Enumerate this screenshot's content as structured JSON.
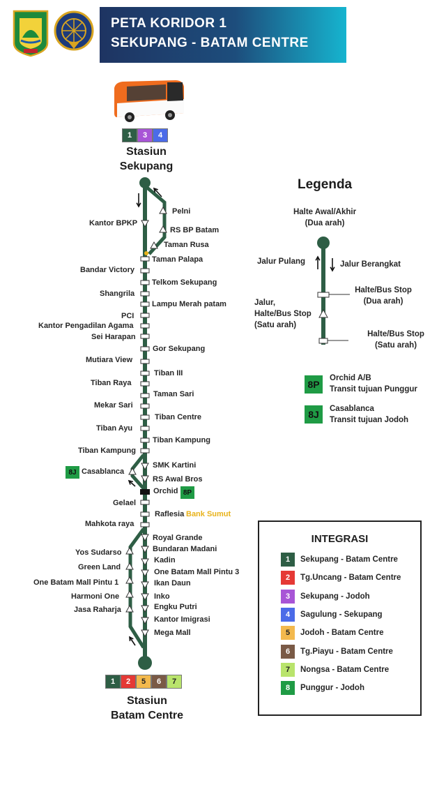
{
  "header": {
    "title_line1": "PETA KORIDOR 1",
    "title_line2": "SEKUPANG - BATAM CENTRE"
  },
  "colors": {
    "route": "#2e5e45",
    "banner_start": "#1e3462",
    "banner_end": "#16b4cf",
    "transit": "#1f9b45",
    "bank_sumut": "#e8b21a"
  },
  "terminals": {
    "start_line1": "Stasiun",
    "start_line2": "Sekupang",
    "end_line1": "Stasiun",
    "end_line2": "Batam Centre",
    "start_badges": [
      {
        "label": "1",
        "color": "#2e5e45"
      },
      {
        "label": "3",
        "color": "#a855d6"
      },
      {
        "label": "4",
        "color": "#4b6be8"
      }
    ],
    "end_badges": [
      {
        "label": "1",
        "color": "#2e5e45"
      },
      {
        "label": "2",
        "color": "#e53935"
      },
      {
        "label": "5",
        "color": "#f3b94d"
      },
      {
        "label": "6",
        "color": "#7a5a46"
      },
      {
        "label": "7",
        "color": "#b9e46c"
      }
    ]
  },
  "stops_left": [
    "Kantor BPKP",
    "Bandar Victory",
    "Shangrila",
    "PCI",
    "Kantor Pengadilan Agama",
    "Sei Harapan",
    "Mutiara View",
    "Tiban Raya",
    "Mekar Sari",
    "Tiban Ayu",
    "Tiban Kampung",
    "Casablanca",
    "Gelael",
    "Mahkota raya",
    "Yos Sudarso",
    "Green Land",
    "One Batam Mall Pintu 1",
    "Harmoni One",
    "Jasa Raharja"
  ],
  "stops_right": [
    "Pelni",
    "RS BP Batam",
    "Taman Rusa",
    "Taman Palapa",
    "Telkom Sekupang",
    "Lampu Merah patam",
    "Gor Sekupang",
    "Tiban III",
    "Taman Sari",
    "Tiban Centre",
    "Tiban Kampung",
    "SMK Kartini",
    "RS Awal Bros",
    "Orchid",
    "Raflesia",
    "Royal Grande",
    "Bundaran Madani",
    "Kadin",
    "One Batam Mall Pintu 3",
    "Ikan Daun",
    "Inko",
    "Engku Putri",
    "Kantor Imigrasi",
    "Mega Mall"
  ],
  "bank_sumut": "Bank Sumut",
  "transit_tags": {
    "casablanca": "8J",
    "orchid": "8P"
  },
  "legend": {
    "title": "Legenda",
    "terminal_line1": "Halte Awal/Akhir",
    "terminal_line2": "(Dua arah)",
    "return_route": "Jalur Pulang",
    "outbound_route": "Jalur Berangkat",
    "stop_two_line1": "Halte/Bus Stop",
    "stop_two_line2": "(Dua arah)",
    "one_way_line1": "Jalur,",
    "one_way_line2": "Halte/Bus Stop",
    "one_way_line3": "(Satu arah)",
    "stop_one_line1": "Halte/Bus Stop",
    "stop_one_line2": "(Satu arah)",
    "transit": [
      {
        "code": "8P",
        "line1": "Orchid A/B",
        "line2": "Transit tujuan Punggur"
      },
      {
        "code": "8J",
        "line1": "Casablanca",
        "line2": "Transit tujuan Jodoh"
      }
    ]
  },
  "integrasi": {
    "title": "INTEGRASI",
    "items": [
      {
        "num": "1",
        "name": "Sekupang - Batam Centre",
        "color": "#2e5e45"
      },
      {
        "num": "2",
        "name": "Tg.Uncang - Batam Centre",
        "color": "#e53935"
      },
      {
        "num": "3",
        "name": "Sekupang - Jodoh",
        "color": "#a855d6"
      },
      {
        "num": "4",
        "name": "Sagulung - Sekupang",
        "color": "#4b6be8"
      },
      {
        "num": "5",
        "name": "Jodoh - Batam Centre",
        "color": "#f3b94d"
      },
      {
        "num": "6",
        "name": "Tg.Piayu - Batam Centre",
        "color": "#7a5a46"
      },
      {
        "num": "7",
        "name": "Nongsa - Batam Centre",
        "color": "#b9e46c"
      },
      {
        "num": "8",
        "name": "Punggur - Jodoh",
        "color": "#1f9b45"
      }
    ]
  }
}
